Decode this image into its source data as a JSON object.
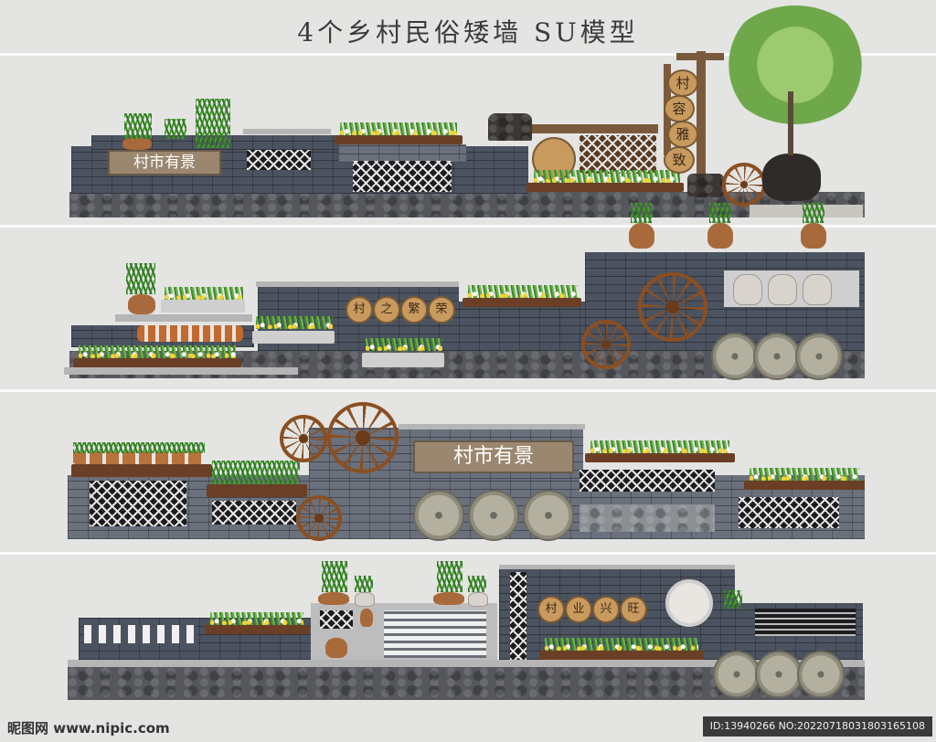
{
  "title": "4个乡村民俗矮墙 SU模型",
  "panel1": {
    "sign_main": "村市有景",
    "vertical_sign": [
      "村",
      "容",
      "雅",
      "致"
    ]
  },
  "panel2": {
    "round_sign": [
      "村",
      "之",
      "繁",
      "荣"
    ]
  },
  "panel3": {
    "sign_main": "村市有景"
  },
  "panel4": {
    "round_sign": [
      "村",
      "业",
      "兴",
      "旺"
    ]
  },
  "footer": {
    "watermark": "昵图网 www.nipic.com",
    "id_text": "ID:13940266 NO:20220718031803165108"
  },
  "colors": {
    "brick": "#4c5360",
    "wood": "#8a4f22",
    "background": "#e4e4e2"
  }
}
